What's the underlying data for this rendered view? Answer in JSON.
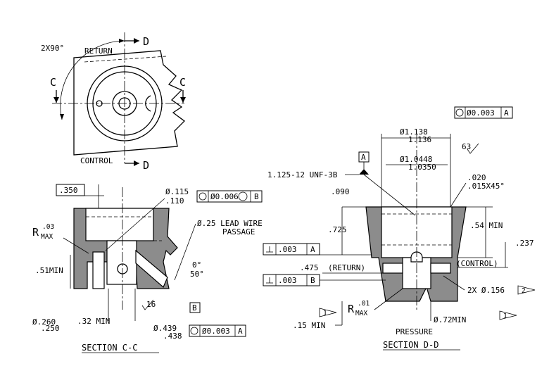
{
  "top_view": {
    "angle_label": "2X90°",
    "return_label": "RETURN",
    "control_label": "CONTROL",
    "section_c": "C",
    "section_d": "D"
  },
  "section_cc": {
    "title": "SECTION C-C",
    "dim_350": ".350",
    "r03_r": "R",
    "r03_max": "MAX",
    "r03_val": ".03",
    "dia115": "Ø.115",
    "dia110": ".110",
    "fcf_tol": "Ø0.006",
    "fcf_mod": "M",
    "fcf_ref": "B",
    "lead_wire_1": "Ø.25 LEAD WIRE",
    "lead_wire_2": "PASSAGE",
    "angle_0": "0°",
    "angle_50": "50°",
    "dim_51": ".51MIN",
    "dia260": "Ø.260",
    "dia250": ".250",
    "depth_32": ".32 MIN",
    "finish_16": "16",
    "datum_b": "B",
    "dia439": "Ø.439",
    "dia438": ".438",
    "fcf2_tol": "Ø0.003",
    "fcf2_ref": "A"
  },
  "section_dd": {
    "title": "SECTION D-D",
    "pressure": "PRESSURE",
    "dia1138": "Ø1.138",
    "dia1136": "1.136",
    "fcf_top_tol": "Ø0.003",
    "fcf_top_ref": "A",
    "finish_63": "63",
    "datum_a": "A",
    "dia10448": "Ø1.0448",
    "dia10350": "1.0350",
    "thread": "1.125-12 UNF-3B",
    "chamfer1": ".020",
    "chamfer2": ".015X45°",
    "dim_090": ".090",
    "dim_725": ".725",
    "dim_54": ".54 MIN",
    "perp1_val": ".003",
    "perp1_ref": "A",
    "dim_237": ".237",
    "dim_475": ".475",
    "return_lbl": "(RETURN)",
    "control_lbl": "(CONTROL)",
    "perp2_val": ".003",
    "perp2_ref": "B",
    "holes": "2X Ø.156",
    "note_2": "2",
    "r01_r": "R",
    "r01_max": "MAX",
    "r01_val": ".01",
    "note_1a": "1",
    "dim_15": ".15 MIN",
    "dim_72": "Ø.72MIN",
    "note_1b": "1"
  }
}
